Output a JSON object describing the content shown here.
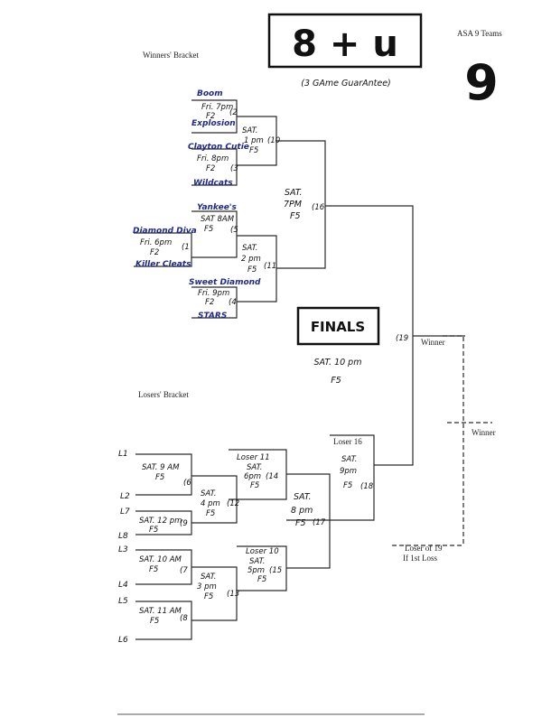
{
  "header": {
    "winners_bracket": "Winners' Bracket",
    "losers_bracket": "Losers' Bracket",
    "division": "8 + u",
    "guarantee": "(3 GAme GuarAntee)",
    "asa": "ASA 9 Teams",
    "team_count": "9",
    "finals_label": "FINALS",
    "finals_time": "SAT. 10 pm",
    "finals_field": "F5"
  },
  "winners": {
    "teams": [
      "Boom",
      "Explosion",
      "Clayton Cutie",
      "Wildcats",
      "Yankee's",
      "Diamond Diva",
      "Killer Cleats",
      "Sweet Diamond",
      "STARS"
    ],
    "g1": {
      "time": "Fri. 7pm",
      "field": "F2",
      "num": "(2"
    },
    "g2": {
      "time": "Fri. 8pm",
      "field": "F2",
      "num": "(3"
    },
    "g3": {
      "day": "SAT 8AM",
      "field": "F5",
      "num": "(5"
    },
    "g4": {
      "time": "Fri. 6pm",
      "field": "F2",
      "num": "(1"
    },
    "g5": {
      "time": "Fri. 9pm",
      "field": "F2",
      "num": "(4"
    },
    "g6": {
      "day": "SAT.",
      "time": "1 pm",
      "field": "F5",
      "num": "(10"
    },
    "g7": {
      "day": "SAT.",
      "time": "2 pm",
      "field": "F5",
      "num": "(11"
    },
    "g8": {
      "day": "SAT.",
      "time": "7PM",
      "field": "F5",
      "num": "(16"
    },
    "g19": "(19",
    "winner1": "Winner",
    "winner2": "Winner",
    "loser_of_19": "Loser of 19",
    "if_1st_loss": "If 1st Loss"
  },
  "losers": {
    "slots": [
      "L1",
      "L2",
      "L7",
      "L8",
      "L3",
      "L4",
      "L5",
      "L6"
    ],
    "m1": {
      "time": "SAT. 9 AM",
      "field": "F5",
      "num": "(6"
    },
    "m2": {
      "time": "SAT. 12 pm",
      "field": "F5",
      "num": "(9"
    },
    "m3": {
      "time": "SAT. 10 AM",
      "field": "F5",
      "num": "(7"
    },
    "m4": {
      "time": "SAT. 11 AM",
      "field": "F5",
      "num": "(8"
    },
    "m5": {
      "day": "SAT.",
      "time": "4 pm",
      "field": "F5",
      "num": "(12"
    },
    "m6": {
      "day": "SAT.",
      "time": "3 pm",
      "field": "F5",
      "num": "(13"
    },
    "m7": {
      "head": "Loser 11",
      "day": "SAT.",
      "time": "6pm",
      "field": "F5",
      "num": "(14"
    },
    "m8": {
      "head": "Loser 10",
      "day": "SAT.",
      "time": "5pm",
      "field": "F5",
      "num": "(15"
    },
    "m9": {
      "day": "SAT.",
      "time": "8 pm",
      "field": "F5",
      "num": "(17"
    },
    "m10": {
      "head": "Loser 16",
      "day": "SAT.",
      "time": "9pm",
      "field": "F5",
      "num": "(18"
    }
  }
}
